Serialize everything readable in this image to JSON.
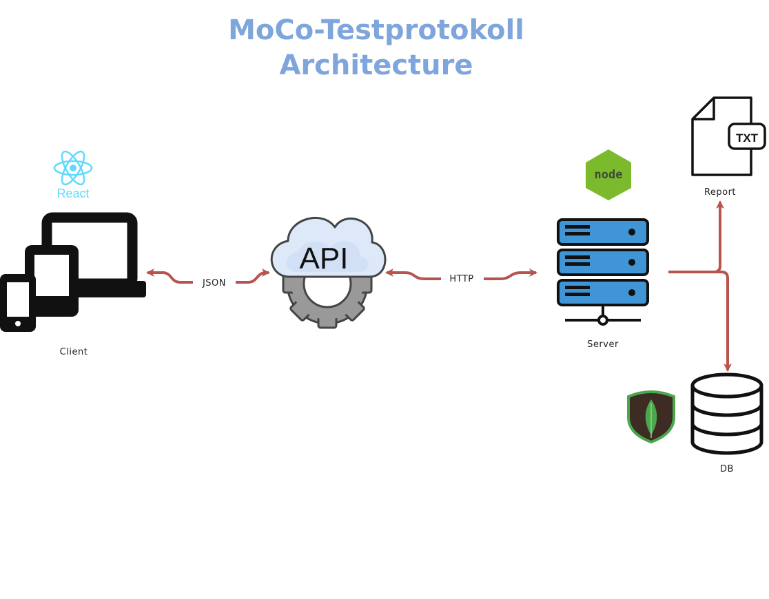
{
  "title": {
    "line1": "MoCo-Testprotokoll",
    "line2": "Architecture"
  },
  "colors": {
    "title": "#7ea6dc",
    "arrow": "#b85450",
    "react": "#61dafb",
    "node": "#7cba2d",
    "server_blue": "#3f95d6",
    "mongo_green": "#4aa84b",
    "mongo_dark": "#3d2b24",
    "icon_black": "#111111"
  },
  "logos": {
    "react": "React",
    "node": "node",
    "api": "API",
    "report_file": "TXT"
  },
  "nodes": {
    "client": "Client",
    "api": "API",
    "server": "Server",
    "report": "Report",
    "db": "DB"
  },
  "edges": {
    "client_api": "JSON",
    "api_server": "HTTP"
  },
  "icons": {
    "client": "laptop-and-phone-icon",
    "api": "api-cloud-gear-icon",
    "server": "server-rack-icon",
    "report": "txt-file-icon",
    "db": "database-icon",
    "react": "react-logo",
    "node": "nodejs-logo",
    "mongo": "mongodb-logo"
  }
}
